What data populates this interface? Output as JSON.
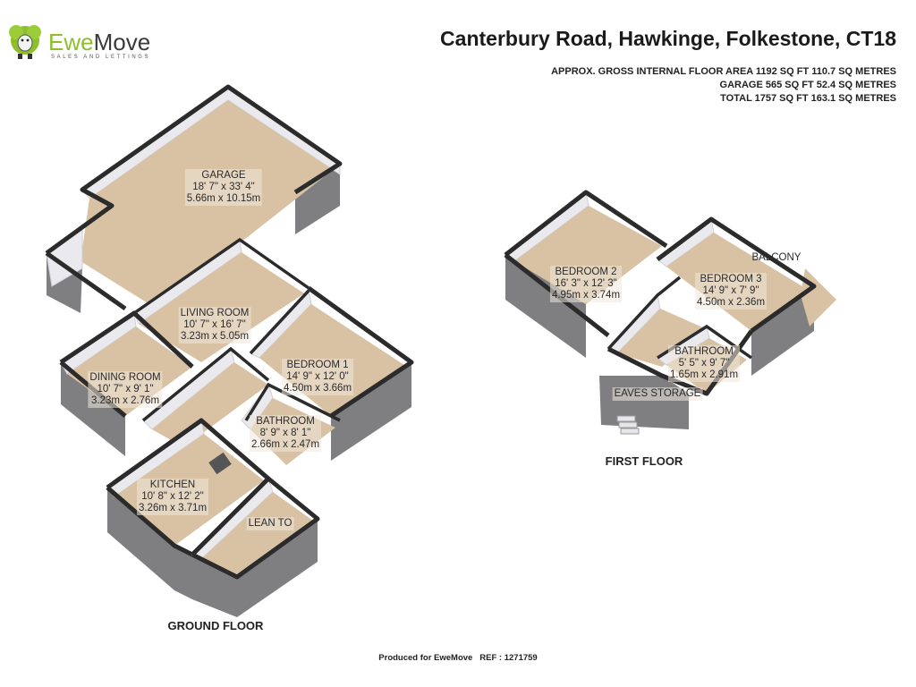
{
  "brand": {
    "name_part1": "Ewe",
    "name_part2": "Move",
    "tagline": "SALES AND LETTINGS",
    "accent_color": "#8cbf2a"
  },
  "header": {
    "title": "Canterbury Road, Hawkinge, Folkestone, CT18",
    "area_lines": [
      "APPROX. GROSS INTERNAL FLOOR AREA 1192 SQ FT 110.7 SQ METRES",
      "GARAGE 565 SQ FT 52.4 SQ METRES",
      "TOTAL 1757 SQ FT 163.1 SQ METRES"
    ]
  },
  "ground_floor": {
    "name": "GROUND FLOOR",
    "rooms": [
      {
        "name": "GARAGE",
        "imperial": "18' 7\" x 33' 4\"",
        "metric": "5.66m x 10.15m"
      },
      {
        "name": "LIVING ROOM",
        "imperial": "10' 7\" x 16' 7\"",
        "metric": "3.23m x 5.05m"
      },
      {
        "name": "DINING ROOM",
        "imperial": "10' 7\" x 9' 1\"",
        "metric": "3.23m x 2.76m"
      },
      {
        "name": "BEDROOM 1",
        "imperial": "14' 9\" x 12' 0\"",
        "metric": "4.50m x 3.66m"
      },
      {
        "name": "BATHROOM",
        "imperial": "8' 9\" x 8' 1\"",
        "metric": "2.66m x 2.47m"
      },
      {
        "name": "KITCHEN",
        "imperial": "10' 8\" x 12' 2\"",
        "metric": "3.26m x 3.71m"
      },
      {
        "name": "LEAN TO"
      }
    ]
  },
  "first_floor": {
    "name": "FIRST FLOOR",
    "rooms": [
      {
        "name": "BEDROOM 2",
        "imperial": "16' 3\" x 12' 3\"",
        "metric": "4.95m x 3.74m"
      },
      {
        "name": "BEDROOM 3",
        "imperial": "14' 9\" x 7' 9\"",
        "metric": "4.50m x 2.36m"
      },
      {
        "name": "BATHROOM",
        "imperial": "5' 5\" x 9' 7\"",
        "metric": "1.65m x 2.91m"
      },
      {
        "name": "BALCONY"
      },
      {
        "name": "EAVES STORAGE"
      }
    ]
  },
  "footer": {
    "produced_for": "Produced for EweMove",
    "ref": "REF : 1271759"
  }
}
